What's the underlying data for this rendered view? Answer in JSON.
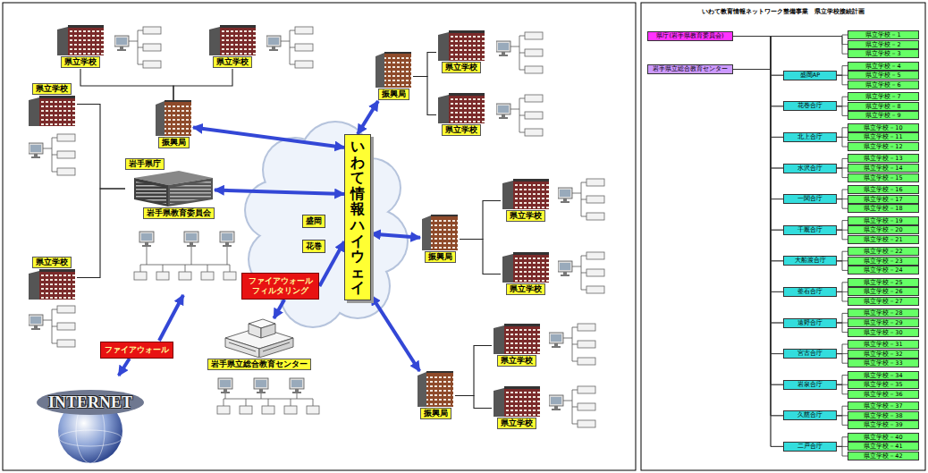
{
  "diagram": {
    "title": "いわて教育情報ネットワーク整備事業　県立学校接続計画",
    "nodes": [
      {
        "text": [
          "県立学校"
        ]
      },
      {
        "text": [
          "県立学校"
        ]
      },
      {
        "text": [
          "振興局"
        ]
      },
      {
        "text": [
          "県立学校"
        ]
      },
      {
        "text": [
          "岩手県庁",
          "岩手県教育委員会"
        ]
      },
      {
        "text": [
          "県立学校"
        ]
      },
      {
        "text": [
          "振興局"
        ]
      },
      {
        "text": [
          "県立学校"
        ]
      },
      {
        "text": [
          "県立学校"
        ]
      },
      {
        "text": [
          "振興局"
        ]
      },
      {
        "text": [
          "県立学校"
        ]
      },
      {
        "text": [
          "県立学校"
        ]
      },
      {
        "text": [
          "振興局"
        ]
      },
      {
        "text": [
          "県立学校"
        ]
      },
      {
        "text": [
          "県立学校"
        ]
      },
      {
        "text": [
          "いわて情報ハイウェイ"
        ]
      },
      {
        "text": [
          "盛岡"
        ]
      },
      {
        "text": [
          "花巻"
        ]
      },
      {
        "text": [
          "ファイアウォール フィルタリング"
        ]
      },
      {
        "text": [
          "岩手県立総合教育センター"
        ]
      },
      {
        "text": [
          "ファイアウォール"
        ]
      },
      {
        "text": [
          "INTERNET"
        ]
      },
      {
        "text": [
          "県庁(岩手県教育委員会)"
        ]
      },
      {
        "text": [
          "岩手県立総合教育センター"
        ]
      },
      {
        "text": [
          "県立学校－1"
        ]
      },
      {
        "text": [
          "県立学校－2"
        ]
      },
      {
        "text": [
          "県立学校－3"
        ]
      },
      {
        "text": [
          "盛岡AP"
        ]
      },
      {
        "text": [
          "県立学校－4"
        ]
      },
      {
        "text": [
          "県立学校－5"
        ]
      },
      {
        "text": [
          "県立学校－6"
        ]
      },
      {
        "text": [
          "花巻合庁"
        ]
      },
      {
        "text": [
          "県立学校－7"
        ]
      },
      {
        "text": [
          "県立学校－8"
        ]
      },
      {
        "text": [
          "県立学校－9"
        ]
      },
      {
        "text": [
          "北上合庁"
        ]
      },
      {
        "text": [
          "県立学校－10"
        ]
      },
      {
        "text": [
          "県立学校－11"
        ]
      },
      {
        "text": [
          "県立学校－12"
        ]
      },
      {
        "text": [
          "水沢合庁"
        ]
      },
      {
        "text": [
          "県立学校－13"
        ]
      },
      {
        "text": [
          "県立学校－14"
        ]
      },
      {
        "text": [
          "県立学校－15"
        ]
      },
      {
        "text": [
          "一関合庁"
        ]
      },
      {
        "text": [
          "県立学校－16"
        ]
      },
      {
        "text": [
          "県立学校－17"
        ]
      },
      {
        "text": [
          "県立学校－18"
        ]
      },
      {
        "text": [
          "千厩合庁"
        ]
      },
      {
        "text": [
          "県立学校－19"
        ]
      },
      {
        "text": [
          "県立学校－20"
        ]
      },
      {
        "text": [
          "県立学校－21"
        ]
      },
      {
        "text": [
          "大船渡合庁"
        ]
      },
      {
        "text": [
          "県立学校－22"
        ]
      },
      {
        "text": [
          "県立学校－23"
        ]
      },
      {
        "text": [
          "県立学校－24"
        ]
      },
      {
        "text": [
          "釜石合庁"
        ]
      },
      {
        "text": [
          "県立学校－25"
        ]
      },
      {
        "text": [
          "県立学校－26"
        ]
      },
      {
        "text": [
          "県立学校－27"
        ]
      },
      {
        "text": [
          "遠野合庁"
        ]
      },
      {
        "text": [
          "県立学校－28"
        ]
      },
      {
        "text": [
          "県立学校－29"
        ]
      },
      {
        "text": [
          "県立学校－30"
        ]
      },
      {
        "text": [
          "宮古合庁"
        ]
      },
      {
        "text": [
          "県立学校－31"
        ]
      },
      {
        "text": [
          "県立学校－32"
        ]
      },
      {
        "text": [
          "県立学校－33"
        ]
      },
      {
        "text": [
          "岩泉合庁"
        ]
      },
      {
        "text": [
          "県立学校－34"
        ]
      },
      {
        "text": [
          "県立学校－35"
        ]
      },
      {
        "text": [
          "県立学校－36"
        ]
      },
      {
        "text": [
          "久慈合庁"
        ]
      },
      {
        "text": [
          "県立学校－37"
        ]
      },
      {
        "text": [
          "県立学校－38"
        ]
      },
      {
        "text": [
          "県立学校－39"
        ]
      },
      {
        "text": [
          "二戸合庁"
        ]
      },
      {
        "text": [
          "県立学校－40"
        ]
      },
      {
        "text": [
          "県立学校－41"
        ]
      },
      {
        "text": [
          "県立学校－42"
        ]
      }
    ],
    "edges": [
      {
        "from": 2,
        "to": 0,
        "arrow": "none"
      },
      {
        "from": 2,
        "to": 1,
        "arrow": "none"
      },
      {
        "from": 4,
        "to": 3,
        "arrow": "none"
      },
      {
        "from": 4,
        "to": 5,
        "arrow": "none"
      },
      {
        "from": 15,
        "to": 2,
        "arrow": "both"
      },
      {
        "from": 15,
        "to": 4,
        "arrow": "both"
      },
      {
        "from": 15,
        "to": 6,
        "arrow": "both"
      },
      {
        "from": 15,
        "to": 9,
        "arrow": "both"
      },
      {
        "from": 15,
        "to": 12,
        "arrow": "both"
      },
      {
        "from": 18,
        "to": 15,
        "arrow": "to"
      },
      {
        "from": 18,
        "to": 19,
        "arrow": "to"
      },
      {
        "from": 20,
        "to": 21,
        "arrow": "to"
      },
      {
        "from": 6,
        "to": 7,
        "arrow": "none"
      },
      {
        "from": 6,
        "to": 8,
        "arrow": "none"
      },
      {
        "from": 9,
        "to": 10,
        "arrow": "none"
      },
      {
        "from": 9,
        "to": 11,
        "arrow": "none"
      },
      {
        "from": 12,
        "to": 13,
        "arrow": "none"
      },
      {
        "from": 12,
        "to": 14,
        "arrow": "none"
      },
      {
        "from": 22,
        "to": 24,
        "arrow": "none"
      },
      {
        "from": 22,
        "to": 25,
        "arrow": "none"
      },
      {
        "from": 22,
        "to": 26,
        "arrow": "none"
      },
      {
        "from": 22,
        "to": 27,
        "arrow": "none"
      },
      {
        "from": 22,
        "to": 31,
        "arrow": "none"
      },
      {
        "from": 22,
        "to": 35,
        "arrow": "none"
      },
      {
        "from": 22,
        "to": 39,
        "arrow": "none"
      },
      {
        "from": 22,
        "to": 43,
        "arrow": "none"
      },
      {
        "from": 22,
        "to": 47,
        "arrow": "none"
      },
      {
        "from": 22,
        "to": 51,
        "arrow": "none"
      },
      {
        "from": 22,
        "to": 55,
        "arrow": "none"
      },
      {
        "from": 22,
        "to": 59,
        "arrow": "none"
      },
      {
        "from": 22,
        "to": 63,
        "arrow": "none"
      },
      {
        "from": 22,
        "to": 67,
        "arrow": "none"
      },
      {
        "from": 22,
        "to": 71,
        "arrow": "none"
      },
      {
        "from": 22,
        "to": 75,
        "arrow": "none"
      },
      {
        "from": 23,
        "to": 27,
        "arrow": "none"
      },
      {
        "from": 23,
        "to": 31,
        "arrow": "none"
      },
      {
        "from": 23,
        "to": 35,
        "arrow": "none"
      },
      {
        "from": 23,
        "to": 39,
        "arrow": "none"
      },
      {
        "from": 23,
        "to": 43,
        "arrow": "none"
      },
      {
        "from": 23,
        "to": 47,
        "arrow": "none"
      },
      {
        "from": 23,
        "to": 51,
        "arrow": "none"
      },
      {
        "from": 23,
        "to": 55,
        "arrow": "none"
      },
      {
        "from": 23,
        "to": 59,
        "arrow": "none"
      },
      {
        "from": 23,
        "to": 63,
        "arrow": "none"
      },
      {
        "from": 23,
        "to": 67,
        "arrow": "none"
      },
      {
        "from": 23,
        "to": 71,
        "arrow": "none"
      },
      {
        "from": 23,
        "to": 75,
        "arrow": "none"
      },
      {
        "from": 27,
        "to": 28,
        "arrow": "none"
      },
      {
        "from": 27,
        "to": 29,
        "arrow": "none"
      },
      {
        "from": 27,
        "to": 30,
        "arrow": "none"
      },
      {
        "from": 31,
        "to": 32,
        "arrow": "none"
      },
      {
        "from": 31,
        "to": 33,
        "arrow": "none"
      },
      {
        "from": 31,
        "to": 34,
        "arrow": "none"
      },
      {
        "from": 35,
        "to": 36,
        "arrow": "none"
      },
      {
        "from": 35,
        "to": 37,
        "arrow": "none"
      },
      {
        "from": 35,
        "to": 38,
        "arrow": "none"
      },
      {
        "from": 39,
        "to": 40,
        "arrow": "none"
      },
      {
        "from": 39,
        "to": 41,
        "arrow": "none"
      },
      {
        "from": 39,
        "to": 42,
        "arrow": "none"
      },
      {
        "from": 43,
        "to": 44,
        "arrow": "none"
      },
      {
        "from": 43,
        "to": 45,
        "arrow": "none"
      },
      {
        "from": 43,
        "to": 46,
        "arrow": "none"
      },
      {
        "from": 47,
        "to": 48,
        "arrow": "none"
      },
      {
        "from": 47,
        "to": 49,
        "arrow": "none"
      },
      {
        "from": 47,
        "to": 50,
        "arrow": "none"
      },
      {
        "from": 51,
        "to": 52,
        "arrow": "none"
      },
      {
        "from": 51,
        "to": 53,
        "arrow": "none"
      },
      {
        "from": 51,
        "to": 54,
        "arrow": "none"
      },
      {
        "from": 55,
        "to": 56,
        "arrow": "none"
      },
      {
        "from": 55,
        "to": 57,
        "arrow": "none"
      },
      {
        "from": 55,
        "to": 58,
        "arrow": "none"
      },
      {
        "from": 59,
        "to": 60,
        "arrow": "none"
      },
      {
        "from": 59,
        "to": 61,
        "arrow": "none"
      },
      {
        "from": 59,
        "to": 62,
        "arrow": "none"
      },
      {
        "from": 63,
        "to": 64,
        "arrow": "none"
      },
      {
        "from": 63,
        "to": 65,
        "arrow": "none"
      },
      {
        "from": 63,
        "to": 66,
        "arrow": "none"
      },
      {
        "from": 67,
        "to": 68,
        "arrow": "none"
      },
      {
        "from": 67,
        "to": 69,
        "arrow": "none"
      },
      {
        "from": 67,
        "to": 70,
        "arrow": "none"
      },
      {
        "from": 71,
        "to": 72,
        "arrow": "none"
      },
      {
        "from": 71,
        "to": 73,
        "arrow": "none"
      },
      {
        "from": 71,
        "to": 74,
        "arrow": "none"
      },
      {
        "from": 75,
        "to": 76,
        "arrow": "none"
      },
      {
        "from": 75,
        "to": 77,
        "arrow": "none"
      },
      {
        "from": 75,
        "to": 78,
        "arrow": "none"
      }
    ]
  }
}
